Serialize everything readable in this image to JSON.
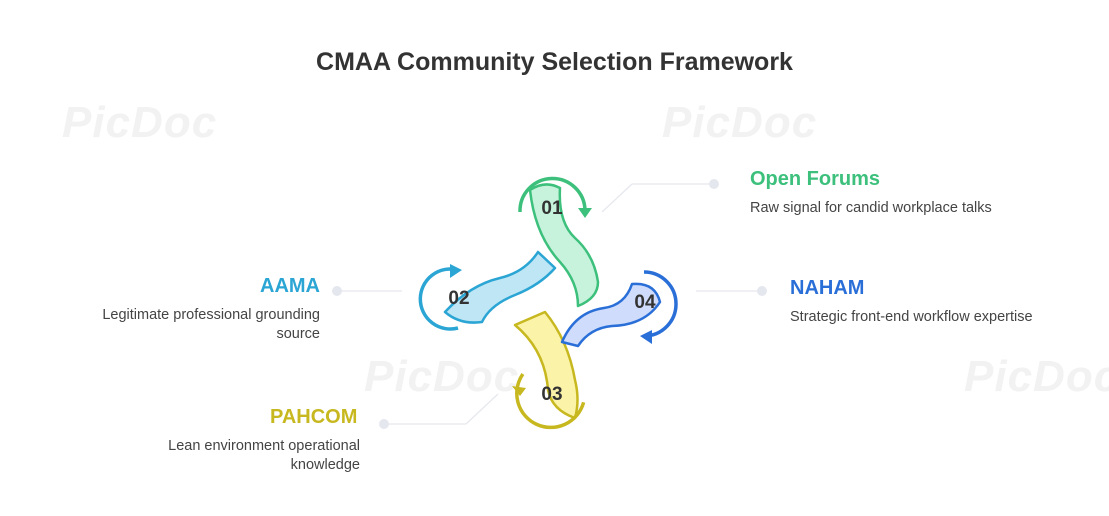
{
  "title": "CMAA Community Selection Framework",
  "watermark": "PicDoc",
  "colors": {
    "green": "#3cc07c",
    "blue": "#2a6fd8",
    "yellow": "#c8b820",
    "cyan": "#2aa5d4",
    "title": "#333333"
  },
  "items": [
    {
      "number": "01",
      "heading": "Open Forums",
      "description": "Raw signal for candid workplace talks",
      "color": "#3cc07c"
    },
    {
      "number": "02",
      "heading": "AAMA",
      "description": "Legitimate professional grounding source",
      "color": "#2aa5d4"
    },
    {
      "number": "03",
      "heading": "PAHCOM",
      "description": "Lean environment operational knowledge",
      "color": "#c8b820"
    },
    {
      "number": "04",
      "heading": "NAHAM",
      "description": "Strategic front-end workflow expertise",
      "color": "#2a6fd8"
    }
  ]
}
